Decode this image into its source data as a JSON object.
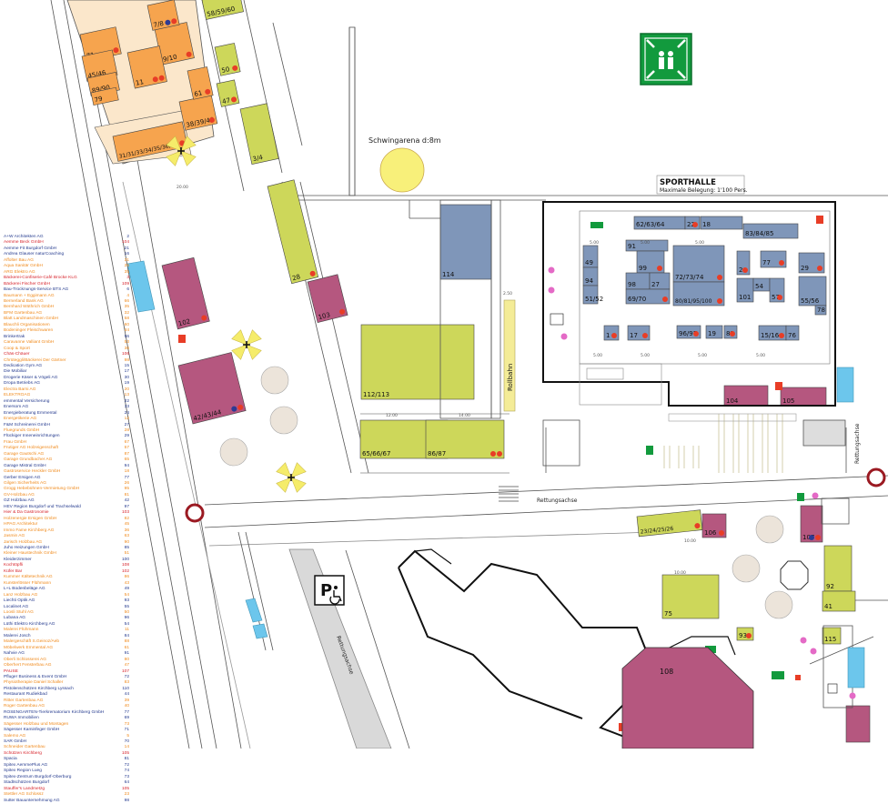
{
  "colors": {
    "orange": "#f6a44e",
    "olive": "#cdd75a",
    "mauve": "#b5577f",
    "blue": "#7f96b9",
    "cyan": "#6cc6ec",
    "yellow": "#f4ec97",
    "dotRed": "#e83d26",
    "dotBlue": "#2d3a93",
    "emergencyGreen": "#129a3d",
    "legendBlue": "#243a8e",
    "legendRed": "#d7232b",
    "legendOrange": "#f08a1c"
  },
  "labels": {
    "schwingarena": "Schwingarena d:8m",
    "sporthalle": "SPORTHALLE",
    "belegung": "Maximale Belegung: 1'100 Pers.",
    "rollbahn": "Rollbahn",
    "rettungsachse": "Rettungsachse"
  },
  "stands": [
    {
      "id": "s1",
      "label": "31/31/33/34/35/36/37",
      "color": "orange"
    },
    {
      "id": "s2",
      "label": "38/39/40",
      "color": "orange"
    },
    {
      "id": "s3",
      "label": "9/10",
      "color": "orange"
    },
    {
      "id": "s4",
      "label": "58/59/60",
      "color": "olive"
    },
    {
      "id": "s5",
      "label": "50",
      "color": "olive"
    },
    {
      "id": "s6",
      "label": "47",
      "color": "olive"
    },
    {
      "id": "s7",
      "label": "61",
      "color": "orange"
    },
    {
      "id": "s8",
      "label": "71",
      "color": "orange"
    },
    {
      "id": "s9",
      "label": "45/46",
      "color": "orange"
    },
    {
      "id": "s10",
      "label": "89/90",
      "color": "orange"
    },
    {
      "id": "s11",
      "label": "79",
      "color": "orange"
    },
    {
      "id": "s12",
      "label": "11",
      "color": "orange"
    },
    {
      "id": "s13",
      "label": "7/8",
      "color": "orange"
    },
    {
      "id": "s14",
      "label": "3/4",
      "color": "olive"
    },
    {
      "id": "s15",
      "label": "28",
      "color": "olive"
    },
    {
      "id": "s16",
      "label": "103",
      "color": "mauve"
    },
    {
      "id": "s17",
      "label": "102",
      "color": "mauve"
    },
    {
      "id": "s18",
      "label": "42/43/44",
      "color": "mauve"
    },
    {
      "id": "s19",
      "label": "114",
      "color": "blue"
    },
    {
      "id": "s20",
      "label": "112/113",
      "color": "olive"
    },
    {
      "id": "s21",
      "label": "65/66/67",
      "color": "olive"
    },
    {
      "id": "s22",
      "label": "86/87",
      "color": "olive"
    },
    {
      "id": "s23",
      "label": "62/63/64",
      "color": "blue"
    },
    {
      "id": "s24",
      "label": "22",
      "color": "blue"
    },
    {
      "id": "s25",
      "label": "18",
      "color": "blue"
    },
    {
      "id": "s26",
      "label": "83/84/85",
      "color": "blue"
    },
    {
      "id": "s27",
      "label": "91",
      "color": "blue"
    },
    {
      "id": "s28",
      "label": "49",
      "color": "blue"
    },
    {
      "id": "s29",
      "label": "94",
      "color": "blue"
    },
    {
      "id": "s30",
      "label": "51/52",
      "color": "blue"
    },
    {
      "id": "s31",
      "label": "99",
      "color": "blue"
    },
    {
      "id": "s32",
      "label": "98",
      "color": "blue"
    },
    {
      "id": "s33",
      "label": "27",
      "color": "blue"
    },
    {
      "id": "s34",
      "label": "69/70",
      "color": "blue"
    },
    {
      "id": "s35",
      "label": "72/73/74",
      "color": "blue"
    },
    {
      "id": "s36",
      "label": "80/81/95/100",
      "color": "blue"
    },
    {
      "id": "s37",
      "label": "2",
      "color": "blue"
    },
    {
      "id": "s38",
      "label": "101",
      "color": "blue"
    },
    {
      "id": "s39",
      "label": "77",
      "color": "blue"
    },
    {
      "id": "s40",
      "label": "54",
      "color": "blue"
    },
    {
      "id": "s41",
      "label": "57",
      "color": "blue"
    },
    {
      "id": "s42",
      "label": "29",
      "color": "blue"
    },
    {
      "id": "s43",
      "label": "55/56",
      "color": "blue"
    },
    {
      "id": "s44",
      "label": "78",
      "color": "blue"
    },
    {
      "id": "s45",
      "label": "1",
      "color": "blue"
    },
    {
      "id": "s46",
      "label": "17",
      "color": "blue"
    },
    {
      "id": "s47",
      "label": "96/97",
      "color": "blue"
    },
    {
      "id": "s48",
      "label": "19",
      "color": "blue"
    },
    {
      "id": "s49",
      "label": "82",
      "color": "blue"
    },
    {
      "id": "s50",
      "label": "15/16",
      "color": "blue"
    },
    {
      "id": "s51",
      "label": "76",
      "color": "blue"
    },
    {
      "id": "s52",
      "label": "104",
      "color": "mauve"
    },
    {
      "id": "s53",
      "label": "105",
      "color": "mauve"
    },
    {
      "id": "s54",
      "label": "23/24/25/26",
      "color": "olive"
    },
    {
      "id": "s55",
      "label": "106",
      "color": "mauve"
    },
    {
      "id": "s56",
      "label": "107",
      "color": "mauve"
    },
    {
      "id": "s57",
      "label": "92",
      "color": "olive"
    },
    {
      "id": "s58",
      "label": "41",
      "color": "olive"
    },
    {
      "id": "s59",
      "label": "75",
      "color": "olive"
    },
    {
      "id": "s60",
      "label": "93",
      "color": "olive"
    },
    {
      "id": "s61",
      "label": "115",
      "color": "olive"
    },
    {
      "id": "s62",
      "label": "108",
      "color": "mauve"
    },
    {
      "id": "s63",
      "label": "",
      "color": "mauve"
    }
  ],
  "legend": [
    {
      "name": "A+W Architekten AG",
      "no": "2",
      "c": "legendBlue"
    },
    {
      "name": "Aemme Beck GmbH",
      "no": "104",
      "c": "legendRed"
    },
    {
      "name": "Aemme Fit Burgdorf GmbH",
      "no": "21",
      "c": "legendBlue"
    },
    {
      "name": "Andrea Glauser naturCoaching",
      "no": "16",
      "c": "legendBlue"
    },
    {
      "name": "Affolter Bau AG",
      "no": "31",
      "c": "legendOrange"
    },
    {
      "name": "Aqua Sanitär GmbH",
      "no": "25",
      "c": "legendOrange"
    },
    {
      "name": "ARG Elektro AG",
      "no": "35",
      "c": "legendOrange"
    },
    {
      "name": "Bäckerei-Confiserie-Café Brocke KLG",
      "no": "3",
      "c": "legendRed"
    },
    {
      "name": "Bäckerei Fischer GmbH",
      "no": "109",
      "c": "legendRed"
    },
    {
      "name": "Bau-Trocknungs-Service BTS AG",
      "no": "6",
      "c": "legendBlue"
    },
    {
      "name": "Baumann + Eggimann AG",
      "no": "4",
      "c": "legendOrange"
    },
    {
      "name": "Bernerland Bank AG",
      "no": "66",
      "c": "legendOrange"
    },
    {
      "name": "Bernhard Wüthrich GmbH",
      "no": "35",
      "c": "legendOrange"
    },
    {
      "name": "BFM Gartenbau AG",
      "no": "32",
      "c": "legendOrange"
    },
    {
      "name": "Blatt Landmaschinen GmbH",
      "no": "58",
      "c": "legendOrange"
    },
    {
      "name": "Blauchli Organisationen",
      "no": "60",
      "c": "legendOrange"
    },
    {
      "name": "Bodeninger Fleischwaren",
      "no": "34",
      "c": "legendOrange"
    },
    {
      "name": "Brinkertrak",
      "no": "56",
      "c": "legendBlue"
    },
    {
      "name": "Caravanne Valliant GmbH",
      "no": "53",
      "c": "legendOrange"
    },
    {
      "name": "Coop & Sport",
      "no": "36",
      "c": "legendOrange"
    },
    {
      "name": "Chäs-Chäuer",
      "no": "106",
      "c": "legendRed"
    },
    {
      "name": "Chrüteggli/Bäckerei Der Gärtner",
      "no": "98",
      "c": "legendOrange"
    },
    {
      "name": "Dedication Gym AG",
      "no": "15",
      "c": "legendBlue"
    },
    {
      "name": "Die Mobiliar",
      "no": "17",
      "c": "legendBlue"
    },
    {
      "name": "Drogerie Käser & Vögeli AG",
      "no": "30",
      "c": "legendBlue"
    },
    {
      "name": "Dropa Betriebs AG",
      "no": "19",
      "c": "legendBlue"
    },
    {
      "name": "Electra Barni AG",
      "no": "20",
      "c": "legendOrange"
    },
    {
      "name": "ELEKTROAG",
      "no": "13",
      "c": "legendOrange"
    },
    {
      "name": "emmental Versicherung",
      "no": "22",
      "c": "legendBlue"
    },
    {
      "name": "Enersom AG",
      "no": "33",
      "c": "legendBlue"
    },
    {
      "name": "Energieberatung Emmental",
      "no": "24",
      "c": "legendBlue"
    },
    {
      "name": "Energetikerie AG",
      "no": "12",
      "c": "legendOrange"
    },
    {
      "name": "F&M Schreinerei GmbH",
      "no": "27",
      "c": "legendBlue"
    },
    {
      "name": "Fluegrunds GmbH",
      "no": "28",
      "c": "legendOrange"
    },
    {
      "name": "Flückiger Inneneinrichtungen",
      "no": "29",
      "c": "legendBlue"
    },
    {
      "name": "Frau GmbH",
      "no": "67",
      "c": "legendOrange"
    },
    {
      "name": "Frutiger AG Holzeigenschaft",
      "no": "57",
      "c": "legendOrange"
    },
    {
      "name": "Garage Gautschi AG",
      "no": "87",
      "c": "legendOrange"
    },
    {
      "name": "Garage Grundbacher AG",
      "no": "65",
      "c": "legendOrange"
    },
    {
      "name": "Garage Mistral GmbH",
      "no": "94",
      "c": "legendBlue"
    },
    {
      "name": "Gastroservice Heckler GmbH",
      "no": "18",
      "c": "legendOrange"
    },
    {
      "name": "Gerber Ersigen AG",
      "no": "77",
      "c": "legendBlue"
    },
    {
      "name": "Gilgen Sicherheits AG",
      "no": "26",
      "c": "legendOrange"
    },
    {
      "name": "Grogg Hebebühnen-Vermietung GmbH",
      "no": "95",
      "c": "legendOrange"
    },
    {
      "name": "GV-Holzbau AG",
      "no": "81",
      "c": "legendOrange"
    },
    {
      "name": "GZ Holzbau AG",
      "no": "42",
      "c": "legendBlue"
    },
    {
      "name": "HEV Region Burgdorf und Trachselwald",
      "no": "97",
      "c": "legendBlue"
    },
    {
      "name": "Hier & Da Gastronomie",
      "no": "103",
      "c": "legendRed"
    },
    {
      "name": "Holzenergie Ersigen GmbH",
      "no": "82",
      "c": "legendOrange"
    },
    {
      "name": "HPAG Architektur",
      "no": "45",
      "c": "legendOrange"
    },
    {
      "name": "Immo Fame Kirchberg AG",
      "no": "36",
      "c": "legendOrange"
    },
    {
      "name": "Jasmin AG",
      "no": "63",
      "c": "legendOrange"
    },
    {
      "name": "Jarisch Holzbau AG",
      "no": "90",
      "c": "legendOrange"
    },
    {
      "name": "Juho Heizungen GmbH",
      "no": "85",
      "c": "legendBlue"
    },
    {
      "name": "Kleiner Haustechnik GmbH",
      "no": "51",
      "c": "legendOrange"
    },
    {
      "name": "Kleiderzimmer",
      "no": "100",
      "c": "legendBlue"
    },
    {
      "name": "Kochtöpfli",
      "no": "108",
      "c": "legendRed"
    },
    {
      "name": "Küfer Bar",
      "no": "102",
      "c": "legendRed"
    },
    {
      "name": "Kummer Kältetechnik AG",
      "no": "86",
      "c": "legendOrange"
    },
    {
      "name": "Kunsterlösser Flühmann",
      "no": "43",
      "c": "legendOrange"
    },
    {
      "name": "L+L Bodenbeläge AG",
      "no": "49",
      "c": "legendBlue"
    },
    {
      "name": "Lanz Holzbau AG",
      "no": "54",
      "c": "legendOrange"
    },
    {
      "name": "Liechti Optik AG",
      "no": "93",
      "c": "legendBlue"
    },
    {
      "name": "Localinet AG",
      "no": "55",
      "c": "legendBlue"
    },
    {
      "name": "Loosli Stuhl AG",
      "no": "50",
      "c": "legendOrange"
    },
    {
      "name": "Lubana AG",
      "no": "96",
      "c": "legendBlue"
    },
    {
      "name": "Lüthi Elektro Kirchberg AG",
      "no": "54",
      "c": "legendBlue"
    },
    {
      "name": "Malerei Flühmann",
      "no": "11",
      "c": "legendOrange"
    },
    {
      "name": "Malerei Josch",
      "no": "84",
      "c": "legendBlue"
    },
    {
      "name": "Malergeschäft S.Geinoz/Aeb",
      "no": "88",
      "c": "legendOrange"
    },
    {
      "name": "Möbelwerk Emmental AG",
      "no": "61",
      "c": "legendOrange"
    },
    {
      "name": "Nahvie AG",
      "no": "91",
      "c": "legendBlue"
    },
    {
      "name": "Oberli Schlosserei AG",
      "no": "80",
      "c": "legendOrange"
    },
    {
      "name": "Oberhert Fensterbau AG",
      "no": "47",
      "c": "legendOrange"
    },
    {
      "name": "PAUSE",
      "no": "107",
      "c": "legendRed"
    },
    {
      "name": "Pfluger Business & Event GmbH",
      "no": "72",
      "c": "legendBlue"
    },
    {
      "name": "Physiotherapie Daniel Schaller",
      "no": "83",
      "c": "legendOrange"
    },
    {
      "name": "Pistolenschützen Kirchberg Lyssach",
      "no": "110",
      "c": "legendBlue"
    },
    {
      "name": "Restaurant Rudiekbad",
      "no": "44",
      "c": "legendBlue"
    },
    {
      "name": "Ritter Gartenbau AG",
      "no": "39",
      "c": "legendOrange"
    },
    {
      "name": "Roger Gartenbau AG",
      "no": "40",
      "c": "legendOrange"
    },
    {
      "name": "ROSENGARTEN-Tierkrematorium Kirchberg GmbH",
      "no": "77",
      "c": "legendBlue"
    },
    {
      "name": "RUWA Immobilien",
      "no": "69",
      "c": "legendBlue"
    },
    {
      "name": "Sägesser Holzbau und Montagen",
      "no": "73",
      "c": "legendOrange"
    },
    {
      "name": "Sägesser Kaminfeger GmbH",
      "no": "71",
      "c": "legendBlue"
    },
    {
      "name": "Salemo AG",
      "no": "5",
      "c": "legendOrange"
    },
    {
      "name": "SAR GmbH",
      "no": "70",
      "c": "legendBlue"
    },
    {
      "name": "Schneider Gartenbau",
      "no": "14",
      "c": "legendOrange"
    },
    {
      "name": "Schützen Kirchberg",
      "no": "105",
      "c": "legendRed"
    },
    {
      "name": "Spacia",
      "no": "81",
      "c": "legendBlue"
    },
    {
      "name": "Spitex AemmePlus AG",
      "no": "72",
      "c": "legendBlue"
    },
    {
      "name": "Spitex Region Lueg",
      "no": "74",
      "c": "legendBlue"
    },
    {
      "name": "Spitex-Zentrum Burgdorf-Oberburg",
      "no": "73",
      "c": "legendBlue"
    },
    {
      "name": "Stadtschützen Burgdorf",
      "no": "64",
      "c": "legendBlue"
    },
    {
      "name": "Stauffer's Landmetzg",
      "no": "105",
      "c": "legendRed"
    },
    {
      "name": "Stettler AG Schlossz",
      "no": "23",
      "c": "legendOrange"
    },
    {
      "name": "Sutter Bauunternehmung AG",
      "no": "98",
      "c": "legendBlue"
    }
  ]
}
